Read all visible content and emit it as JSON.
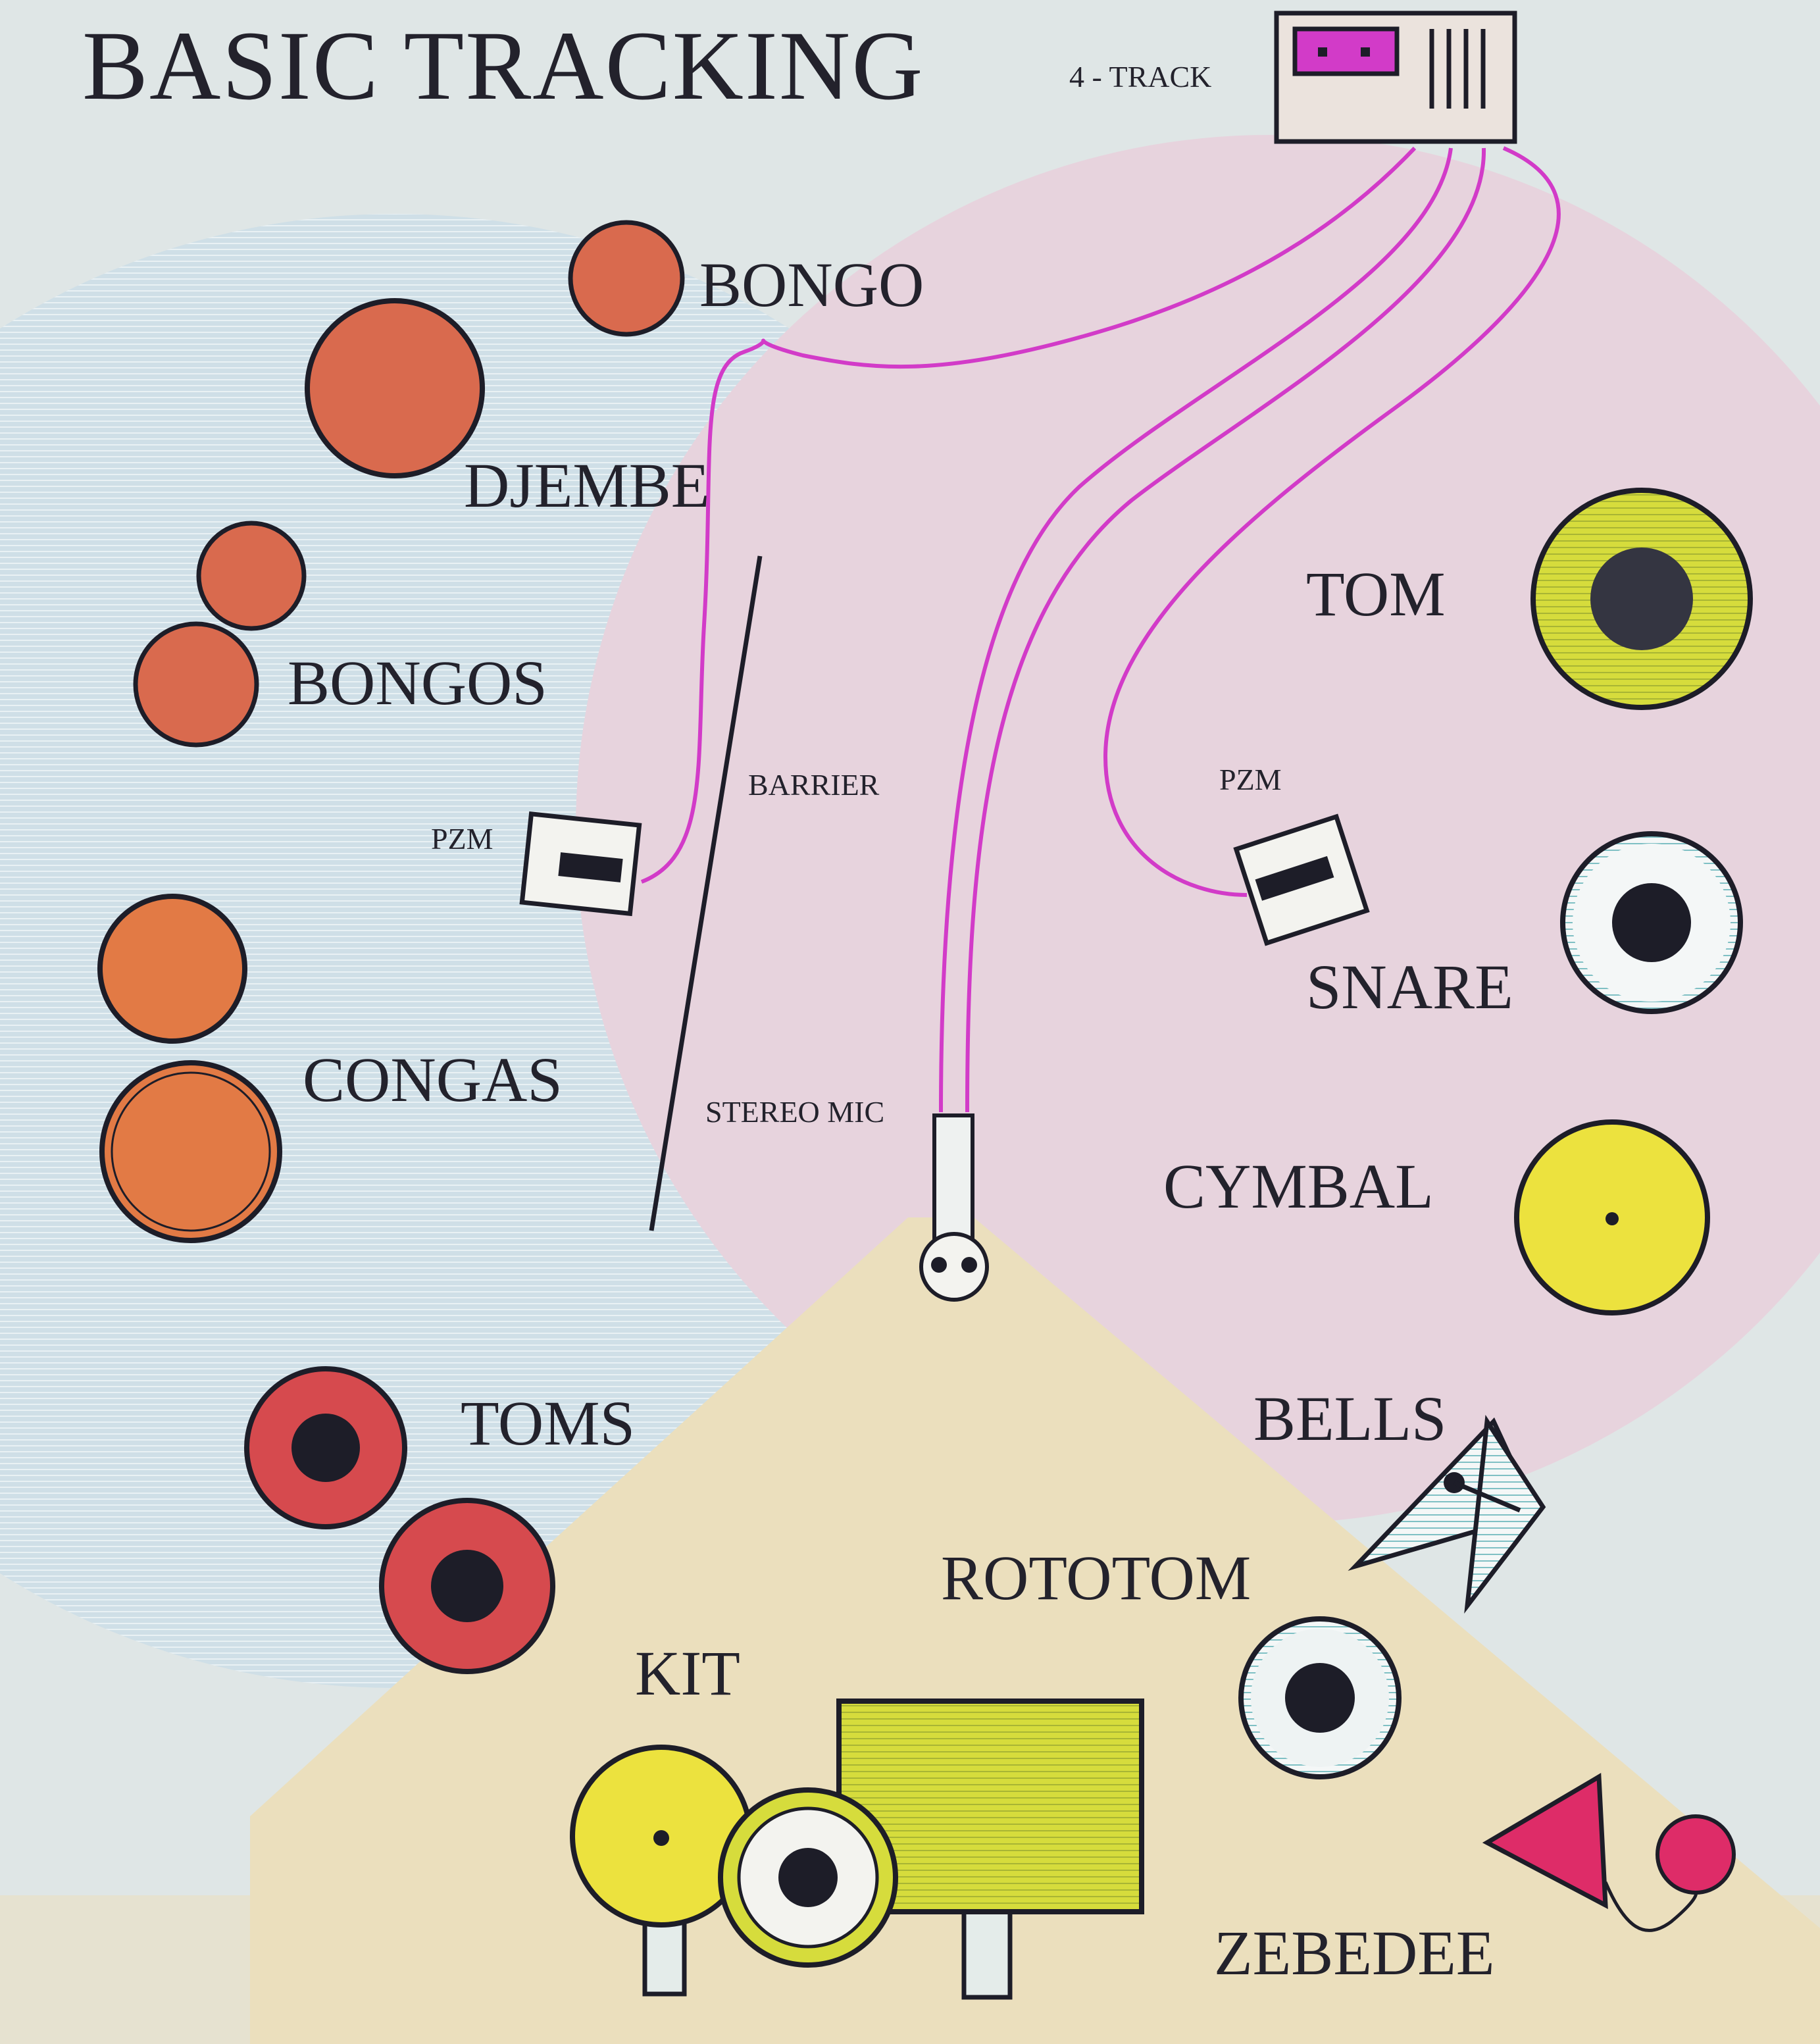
{
  "title": "BASIC TRACKING",
  "recorder": {
    "label": "4 - TRACK"
  },
  "labels": {
    "bongo": "BONGO",
    "djembe": "DJEMBE",
    "bongos": "BONGOS",
    "pzm_left": "PZM",
    "barrier": "BARRIER",
    "pzm_right": "PZM",
    "tom": "TOM",
    "snare": "SNARE",
    "congas": "CONGAS",
    "stereo_mic": "STEREO MIC",
    "cymbal": "CYMBAL",
    "toms": "TOMS",
    "bells": "BELLS",
    "rototom": "ROTOTOM",
    "kit": "KIT",
    "zebedee": "ZEBEDEE"
  },
  "colors": {
    "paper": "#dfe6e6",
    "blue_zone": "#cfdfe7",
    "pink_zone": "#e7d3dd",
    "tan_zone": "#ebdfbd",
    "cable": "#d23bc8",
    "hand_drum": "#d96a4e",
    "conga": "#e27a45",
    "red_tom": "#d64a4e",
    "lime": "#d6dc3c",
    "yellow": "#ece23e",
    "black": "#1d1d28",
    "zebedee": "#de2c68"
  }
}
